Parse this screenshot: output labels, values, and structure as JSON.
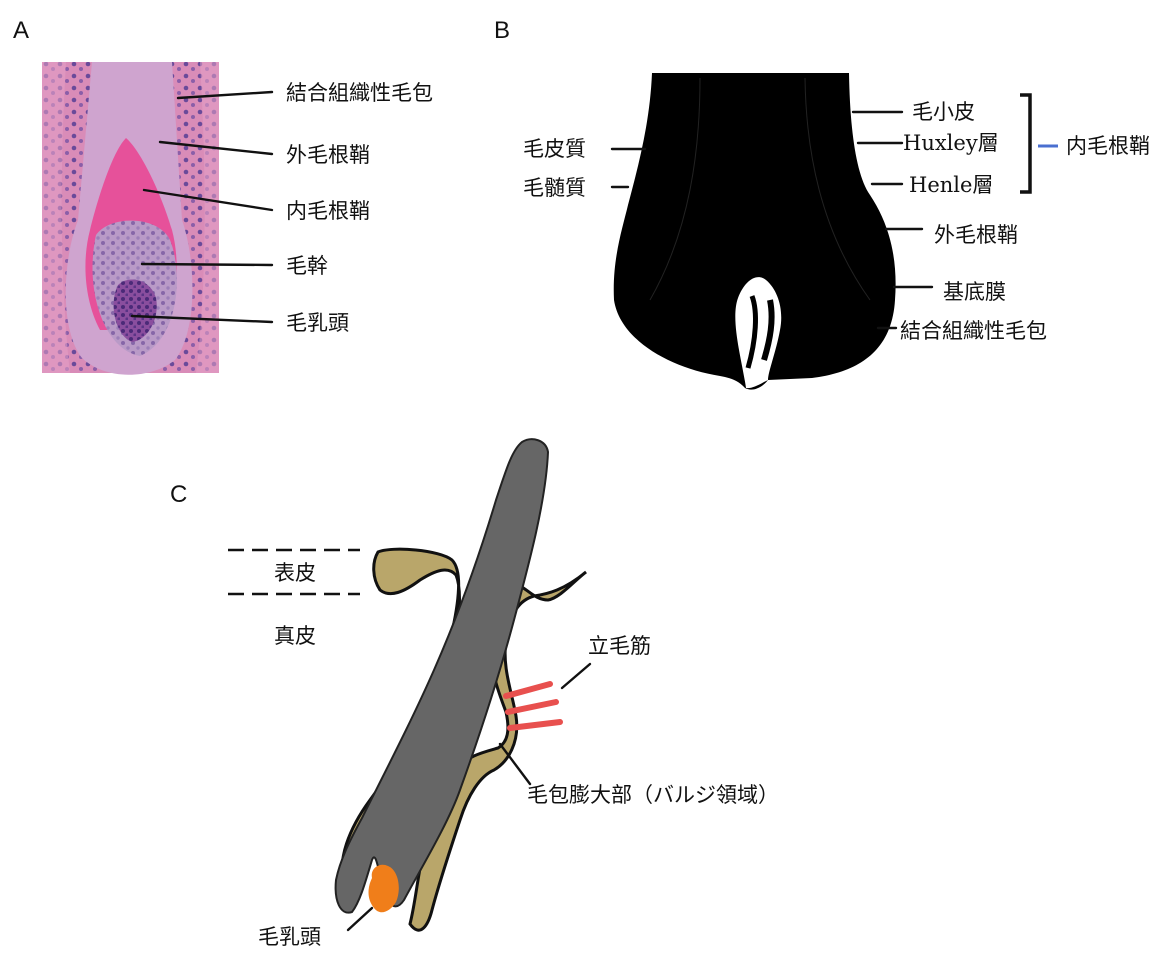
{
  "panel_a": {
    "letter": "A",
    "labels": [
      "結合組織性毛包",
      "外毛根鞘",
      "内毛根鞘",
      "毛幹",
      "毛乳頭"
    ]
  },
  "panel_b": {
    "letter": "B",
    "labels_left": [
      "毛皮質",
      "毛髄質"
    ],
    "labels_right": [
      "毛小皮",
      "Huxley層",
      "Henle層",
      "外毛根鞘",
      "基底膜",
      "結合組織性毛包"
    ],
    "bracket_label": "内毛根鞘",
    "bracket_color": "#4a6fd0"
  },
  "panel_c": {
    "letter": "C",
    "layer_labels": [
      "表皮",
      "真皮"
    ],
    "labels": [
      "立毛筋",
      "毛包膨大部（バルジ領域）",
      "毛乳頭"
    ],
    "colors": {
      "sheath": "#b9a66a",
      "hair": "#666666",
      "papilla": "#f07e1a",
      "muscle": "#e8504e"
    }
  }
}
